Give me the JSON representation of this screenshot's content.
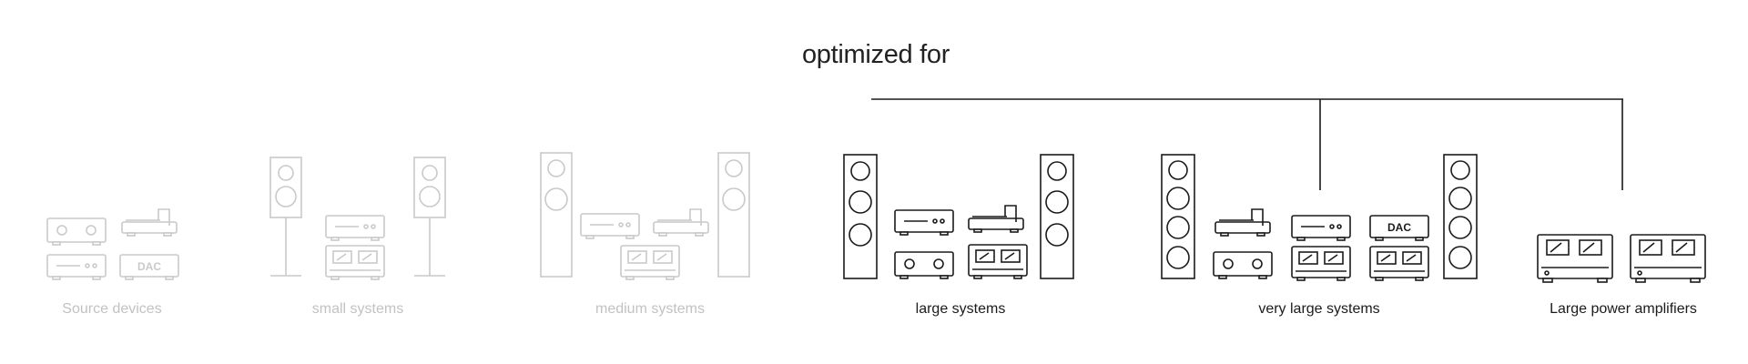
{
  "title": "optimized for",
  "categories": [
    {
      "id": "source-devices",
      "label": "Source devices",
      "highlighted": false
    },
    {
      "id": "small-systems",
      "label": "small systems",
      "highlighted": false
    },
    {
      "id": "medium-systems",
      "label": "medium systems",
      "highlighted": false
    },
    {
      "id": "large-systems",
      "label": "large systems",
      "highlighted": true
    },
    {
      "id": "very-large-systems",
      "label": "very large systems",
      "highlighted": true
    },
    {
      "id": "large-power-amplifiers",
      "label": "Large power amplifiers",
      "highlighted": true
    }
  ],
  "device_text": {
    "dac": "DAC"
  },
  "colors": {
    "highlighted": "#1b1b1b",
    "dimmed": "#c9c9c9",
    "background": "#ffffff"
  }
}
